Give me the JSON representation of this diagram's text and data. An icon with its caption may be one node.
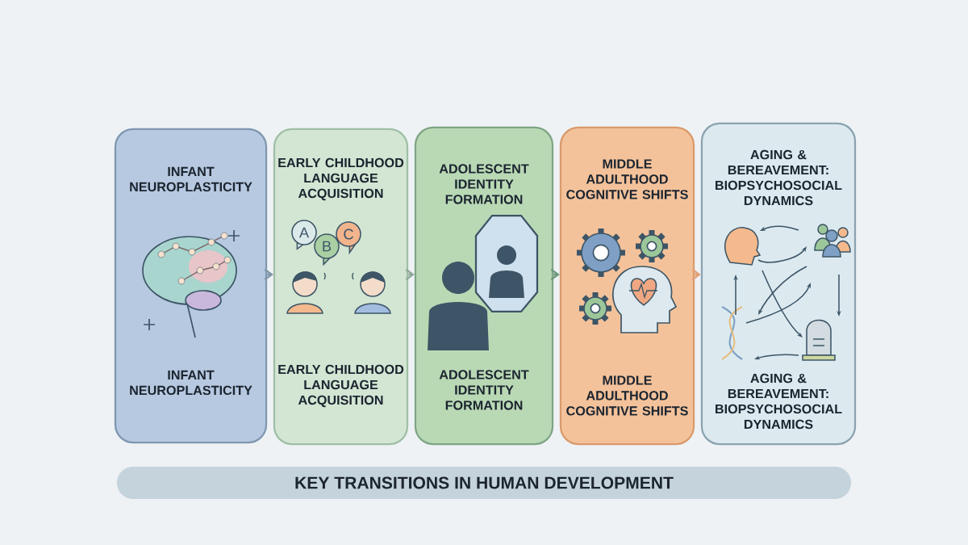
{
  "diagram": {
    "caption": "KEY TRANSITIONS IN HUMAN DEVELOPMENT",
    "nodes": [
      {
        "text": [
          "INFANT NEUROPLASTICITY",
          "INFANT NEUROPLASTICITY"
        ]
      },
      {
        "text": [
          "EARLY CHILDHOOD LANGUAGE ACQUISITION",
          "EARLY CHILDHOOD LANGUAGE ACQUISITION"
        ]
      },
      {
        "text": [
          "ADOLESCENT IDENTITY FORMATION",
          "ADOLESCENT IDENTITY FORMATION"
        ]
      },
      {
        "text": [
          "MIDDLE ADULTHOOD COGNITIVE SHIFTS",
          "MIDDLE ADULTHOOD COGNITIVE SHIFTS"
        ]
      },
      {
        "text": [
          "AGING & BEREAVEMENT: BIOPSYCHOSOCIAL DYNAMICS",
          "AGING & BEREAVEMENT: BIOPSYCHOSOCIAL DYNAMICS"
        ]
      }
    ],
    "edges": [
      {
        "from": 0,
        "to": 1,
        "arrow": "to",
        "color": "#7f97a8"
      },
      {
        "from": 1,
        "to": 2,
        "arrow": "to",
        "color": "#93ab9c"
      },
      {
        "from": 2,
        "to": 3,
        "arrow": "to",
        "color": "#6f9a7f"
      },
      {
        "from": 3,
        "to": 4,
        "arrow": "to",
        "color": "#e0a27a"
      }
    ],
    "labels": [
      "A",
      "B",
      "C"
    ]
  }
}
